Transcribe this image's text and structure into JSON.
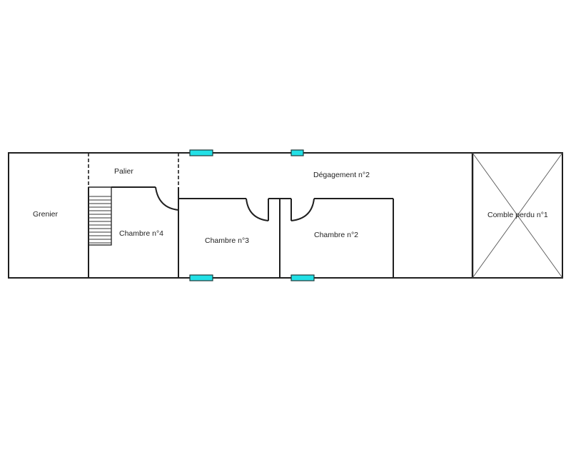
{
  "plan": {
    "type": "floor-plan",
    "colors": {
      "wall": "#1f1f1f",
      "window": "#22e0e6",
      "background": "#ffffff"
    },
    "rooms": [
      {
        "id": "grenier",
        "label": "Grenier"
      },
      {
        "id": "palier",
        "label": "Palier"
      },
      {
        "id": "chambre4",
        "label": "Chambre n°4"
      },
      {
        "id": "chambre3",
        "label": "Chambre n°3"
      },
      {
        "id": "degagement2",
        "label": "Dégagement n°2"
      },
      {
        "id": "chambre2",
        "label": "Chambre n°2"
      },
      {
        "id": "comble1",
        "label": "Comble perdu n°1"
      }
    ],
    "windows": [
      {
        "position": "top",
        "room": "Dégagement n°2"
      },
      {
        "position": "top-small",
        "room": "Dégagement n°2"
      },
      {
        "position": "bottom",
        "room": "Chambre n°3"
      },
      {
        "position": "bottom",
        "room": "Chambre n°2"
      }
    ],
    "doors": [
      {
        "room": "Chambre n°4"
      },
      {
        "room": "Chambre n°3"
      },
      {
        "room": "Chambre n°2"
      }
    ],
    "stairs": {
      "treads": 14
    }
  }
}
